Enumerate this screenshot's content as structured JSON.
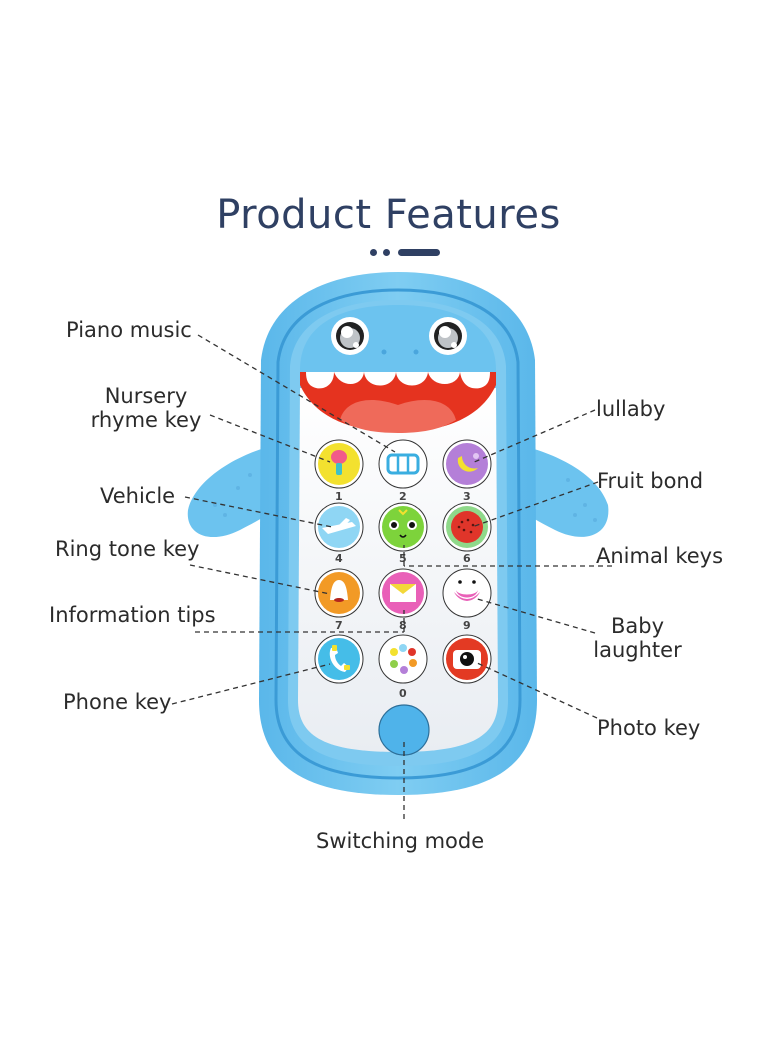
{
  "header": {
    "title": "Product Features"
  },
  "product": {
    "name": "shark-phone-toy",
    "colors": {
      "body": "#6cc3ef",
      "body_dark": "#3e9fd8",
      "face_panel": "#f3f5f8",
      "mouth": "#e5331f",
      "tongue": "#ef6a5a",
      "title": "#2f4063"
    },
    "keys": [
      {
        "number": "1",
        "icon": "microphone-icon",
        "color": "#f3e12f"
      },
      {
        "number": "2",
        "icon": "piano-icon",
        "color": "#ffffff"
      },
      {
        "number": "3",
        "icon": "moon-icon",
        "color": "#b47fd8"
      },
      {
        "number": "4",
        "icon": "airplane-icon",
        "color": "#8fd6f4"
      },
      {
        "number": "5",
        "icon": "frog-face-icon",
        "color": "#7dd33b"
      },
      {
        "number": "6",
        "icon": "watermelon-icon",
        "color": "#e0352a"
      },
      {
        "number": "7",
        "icon": "bell-icon",
        "color": "#f29a26"
      },
      {
        "number": "8",
        "icon": "envelope-icon",
        "color": "#e960b8"
      },
      {
        "number": "9",
        "icon": "smiley-icon",
        "color": "#ffffff"
      },
      {
        "number": "",
        "icon": "phone-icon",
        "color": "#45bde8"
      },
      {
        "number": "0",
        "icon": "color-dots-icon",
        "color": "#ffffff"
      },
      {
        "number": "",
        "icon": "camera-icon",
        "color": "#e33a23"
      }
    ],
    "mode_button": "switch-mode-button"
  },
  "callouts": {
    "piano_music": "Piano music",
    "nursery_line1": "Nursery",
    "nursery_line2": "rhyme key",
    "vehicle": "Vehicle",
    "ring_tone": "Ring tone key",
    "information_tips": "Information tips",
    "phone_key": "Phone key",
    "lullaby": "lullaby",
    "fruit_bond": "Fruit bond",
    "animal_keys": "Animal keys",
    "baby_line1": "Baby",
    "baby_line2": "laughter",
    "photo_key": "Photo key",
    "switching_mode": "Switching mode"
  }
}
